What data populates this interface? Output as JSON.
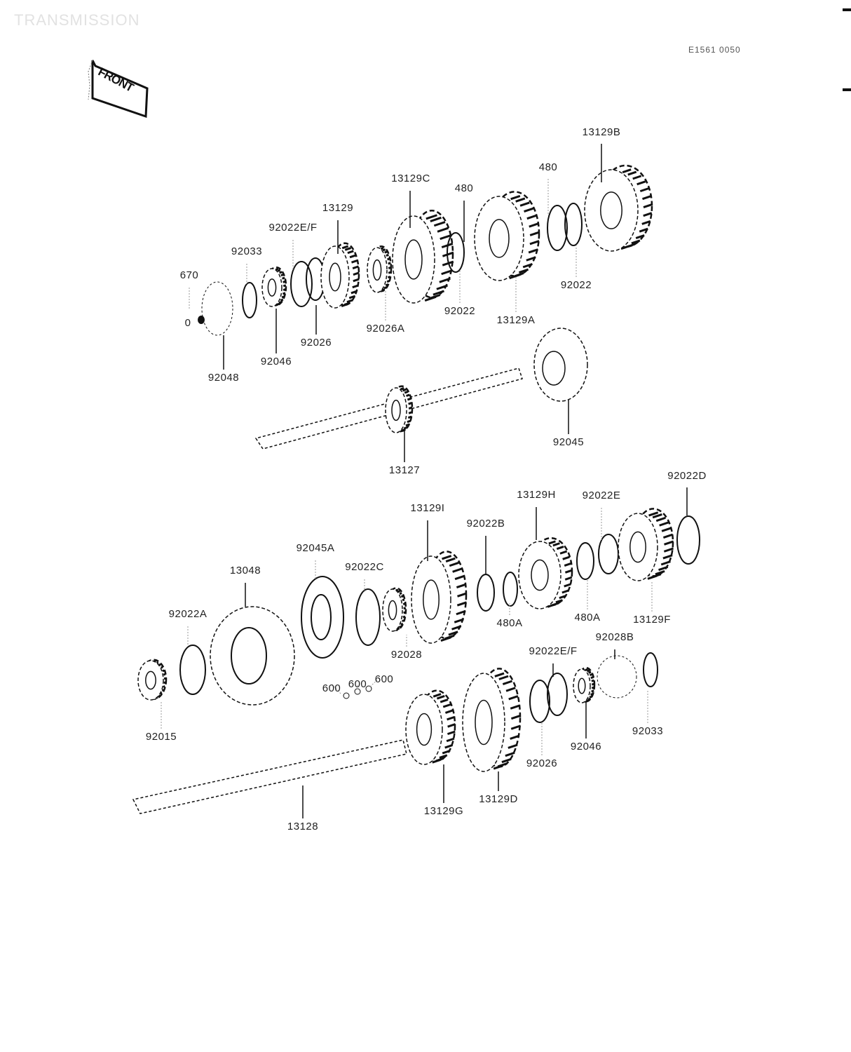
{
  "title": "TRANSMISSION",
  "diagram_code": "E1561 0050",
  "front_sign": "FRONT",
  "parts_upper": {
    "p13129B": "13129B",
    "p480_a": "480",
    "p13129C": "13129C",
    "p480_b": "480",
    "p13129": "13129",
    "p92022EF": "92022E/F",
    "p92033": "92033",
    "p670": "670",
    "p0": "0",
    "p92022_a": "92022",
    "p92022_b": "92022",
    "p13129A": "13129A",
    "p92026A": "92026A",
    "p92026": "92026",
    "p92046": "92046",
    "p92048": "92048",
    "p92045": "92045",
    "p13127": "13127"
  },
  "parts_lower": {
    "p92022D": "92022D",
    "p13129H": "13129H",
    "p92022E": "92022E",
    "p13129I": "13129I",
    "p92022B": "92022B",
    "p92045A": "92045A",
    "p92022C": "92022C",
    "p13048": "13048",
    "p92022A": "92022A",
    "p480A_a": "480A",
    "p480A_b": "480A",
    "p13129F": "13129F",
    "p92028B": "92028B",
    "p92022EF": "92022E/F",
    "p92028": "92028",
    "p600_a": "600",
    "p600_b": "600",
    "p600_c": "600",
    "p92015": "92015",
    "p92033": "92033",
    "p92046": "92046",
    "p92026": "92026",
    "p13129D": "13129D",
    "p13129G": "13129G",
    "p13128": "13128"
  }
}
